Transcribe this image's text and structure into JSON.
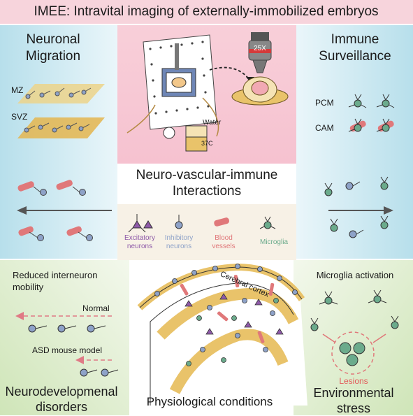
{
  "title": "IMEE: Intravital imaging of externally-immobilized embryos",
  "panels": {
    "neuronal_migration": {
      "title_line1": "Neuronal",
      "title_line2": "Migration",
      "mz": "MZ",
      "svz": "SVZ"
    },
    "setup": {
      "objective_label": "25X",
      "water_label": "Water",
      "temp_label": "37C"
    },
    "immune_surveillance": {
      "title_line1": "Immune",
      "title_line2": "Surveillance",
      "pcm": "PCM",
      "cam": "CAM"
    },
    "center": {
      "title_line1": "Neuro-vascular-immune",
      "title_line2": "Interactions"
    },
    "legend": {
      "excitatory_line1": "Excitatory",
      "excitatory_line2": "neurons",
      "inhibitory_line1": "Inhibitory",
      "inhibitory_line2": "neurons",
      "blood_line1": "Blood",
      "blood_line2": "vessels",
      "microglia": "Microglia"
    },
    "neurodevelopmental": {
      "heading_line1": "Reduced interneuron",
      "heading_line2": "mobility",
      "normal": "Normal",
      "asd": "ASD mouse model",
      "title_line1": "Neurodevelopmenal",
      "title_line2": "disorders"
    },
    "physiological": {
      "cortex_label": "Cerebral cortex",
      "title": "Physiological conditions"
    },
    "environmental": {
      "heading": "Microglia activation",
      "lesions": "Lesions",
      "title_line1": "Environmental",
      "title_line2": "stress"
    }
  },
  "colors": {
    "blue_panel": "#bfe3ee",
    "pink_panel": "#f6c6d3",
    "green_panel": "#dcebc9",
    "cream_panel": "#f6f0e4",
    "excitatory": "#8e5aa8",
    "inhibitory": "#8ea2c8",
    "vessel": "#e0787a",
    "microglia": "#6bab8c",
    "zone": "#e9c36a",
    "red_text": "#e25a5a"
  }
}
